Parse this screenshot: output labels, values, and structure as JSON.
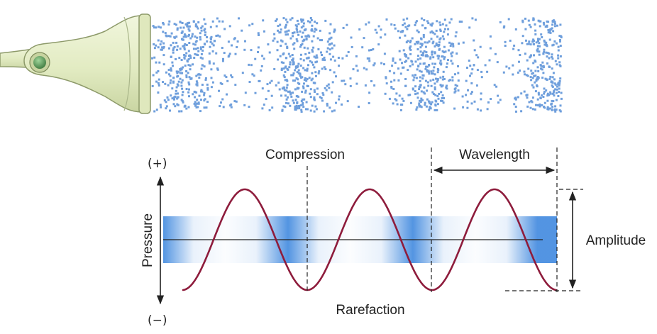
{
  "labels": {
    "plus": "(+)",
    "minus": "(−)",
    "pressure": "Pressure",
    "compression": "Compression",
    "wavelength": "Wavelength",
    "amplitude": "Amplitude",
    "rarefaction": "Rarefaction"
  },
  "colors": {
    "wave": "#8e1c3c",
    "band": "#4a8fe0",
    "particles": "#6f9fdc",
    "probe_body": "#e4edc6",
    "probe_outline": "#8d9a6a",
    "probe_button": "#5c9a5a",
    "axis": "#222222"
  },
  "icons": {
    "transducer": "ultrasound-probe-icon"
  }
}
